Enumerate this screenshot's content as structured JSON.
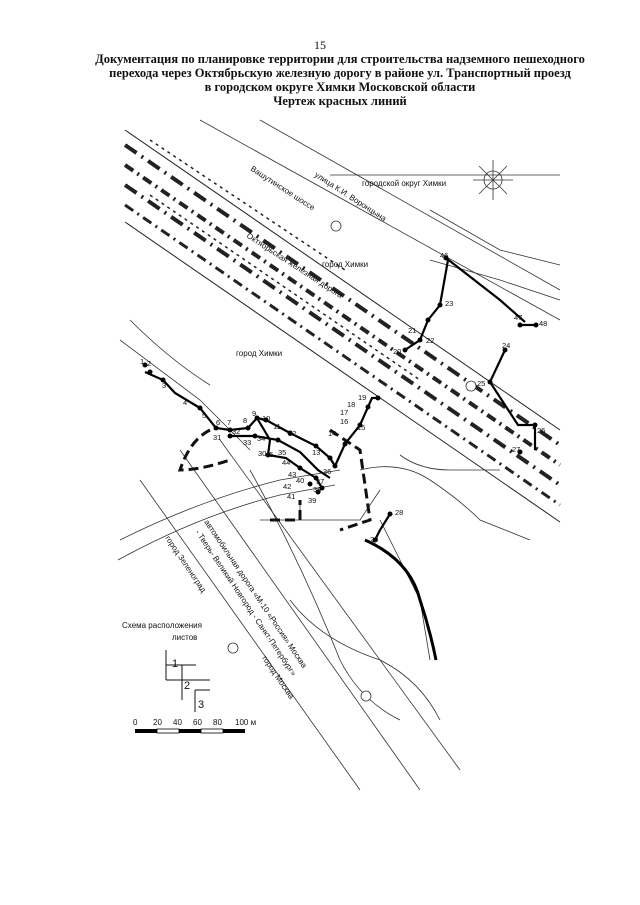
{
  "page_number": "15",
  "title_lines": [
    "Документация по планировке территории для строительства надземного пешеходного",
    "перехода через Октябрьскую железную дорогу в районе ул. Транспортный проезд",
    "в городском округе Химки Московской области",
    "Чертеж красных линий"
  ],
  "map_labels": {
    "vashutinskoe": "Вашутинское шоссе",
    "voronina": "улица К.И. Воронцына",
    "city_district_khimki": "городской округ Химки",
    "city_khimki_top": "город Химки",
    "railway": "Октябрьская железная дорога",
    "city_khimki_left": "город Химки",
    "m10_line1": "автомобильная дорога «М-10 «Россия» Москва",
    "m10_line2": "- Тверь- Великий Новгород - Санкт-Петербург»",
    "zelenograd": "город Зеленоград",
    "moscow": "город Москва"
  },
  "points": [
    "1",
    "2",
    "3",
    "4",
    "5",
    "6",
    "7",
    "8",
    "9",
    "10",
    "11",
    "12",
    "13",
    "14",
    "15",
    "16",
    "17",
    "18",
    "19",
    "20",
    "21",
    "22",
    "23",
    "24",
    "25",
    "26",
    "27",
    "28",
    "29",
    "30",
    "31",
    "32",
    "33",
    "34",
    "35",
    "36",
    "37",
    "38",
    "39",
    "40",
    "41",
    "42",
    "43",
    "44",
    "45",
    "46",
    "47",
    "48"
  ],
  "scheme": {
    "title_line1": "Схема  расположения",
    "title_line2": "листов",
    "sheets": [
      "1",
      "2",
      "3"
    ]
  },
  "scale": {
    "ticks": [
      "0",
      "20",
      "40",
      "60",
      "80",
      "100 м"
    ]
  }
}
